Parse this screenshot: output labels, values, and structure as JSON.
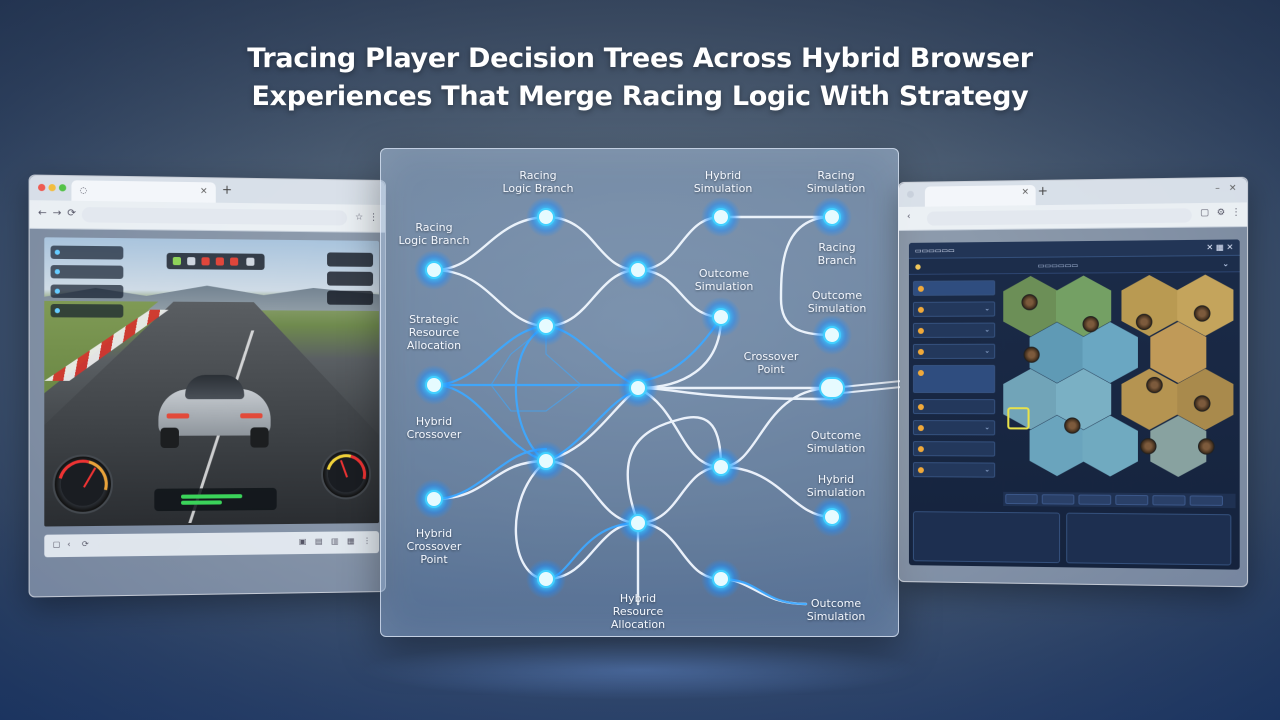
{
  "headline": {
    "line1": "Tracing Player Decision Trees Across Hybrid Browser",
    "line2": "Experiences That Merge Racing Logic With Strategy"
  },
  "colors": {
    "node_glow": "#4fd0ff",
    "connector": "#eef6ff",
    "connector_blue": "#3ea8ff",
    "panel_border": "#e1ebfa"
  },
  "tree": {
    "labels": {
      "top_racing_logic_branch": [
        "Racing",
        "Logic Branch"
      ],
      "left_racing_logic_branch": [
        "Racing",
        "Logic Branch"
      ],
      "top_hybrid_simulation": [
        "Hybrid",
        "Simulation"
      ],
      "top_racing_simulation": [
        "Racing",
        "Simulation"
      ],
      "racing_branch": [
        "Racing",
        "Branch"
      ],
      "outcome_simulation_mid": [
        "Outcome",
        "Simulation"
      ],
      "outcome_simulation_right": [
        "Outcome",
        "Simulation"
      ],
      "strategic_resource_allocation": [
        "Strategic",
        "Resource",
        "Allocation"
      ],
      "crossover_point": [
        "Crossover",
        "Point"
      ],
      "hybrid_crossover": [
        "Hybrid",
        "Crossover"
      ],
      "outcome_simulation_lower": [
        "Outcome",
        "Simulation"
      ],
      "hybrid_simulation_lower": [
        "Hybrid",
        "Simulation"
      ],
      "hybrid_crossover_point": [
        "Hybrid",
        "Crossover",
        "Point"
      ],
      "hybrid_resource_allocation": [
        "Hybrid",
        "Resource",
        "Allocation"
      ],
      "outcome_simulation_bottom": [
        "Outcome",
        "Simulation"
      ]
    }
  },
  "left_browser": {
    "icons": [
      "back-icon",
      "forward-icon",
      "reload-icon"
    ]
  },
  "right_browser": {
    "icons": [
      "back-icon",
      "forward-icon",
      "reload-icon"
    ]
  }
}
